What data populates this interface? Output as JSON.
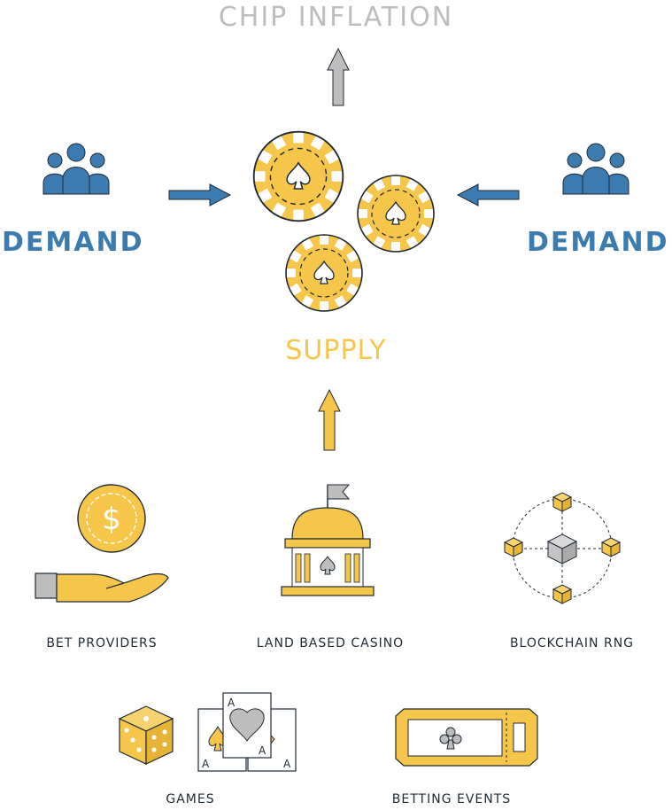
{
  "labels": {
    "chip_inflation": "CHIP INFLATION",
    "demand_left": "DEMAND",
    "demand_right": "DEMAND",
    "supply": "SUPPLY",
    "bet_providers": "BET PROVIDERS",
    "land_based_casino": "LAND BASED CASINO",
    "blockchain_rng": "BLOCKCHAIN RNG",
    "games": "GAMES",
    "betting_events": "BETTING EVENTS",
    "dollar_symbol": "$",
    "card_rank": "A"
  },
  "icons": [
    "people-group-icon",
    "casino-chip-icon",
    "hand-coin-icon",
    "casino-building-icon",
    "blockchain-network-icon",
    "dice-icon",
    "playing-cards-icon",
    "ticket-icon"
  ],
  "colors": {
    "blue": "#3b7bb0",
    "yellow": "#f5c64a",
    "gray": "#bdbdbd",
    "outline": "#1f2a36"
  }
}
